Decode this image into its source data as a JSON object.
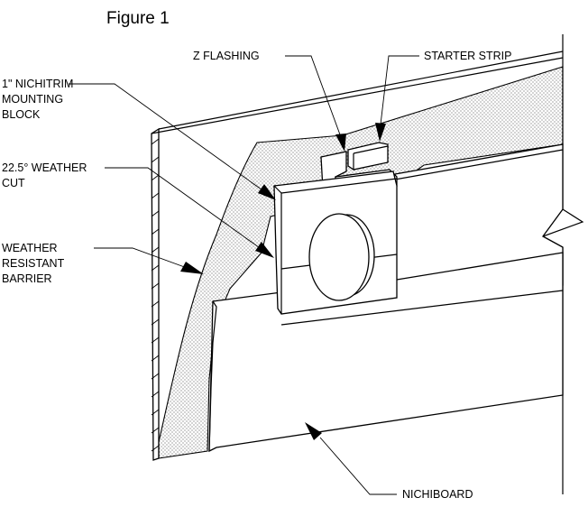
{
  "figure": {
    "title": "Figure 1"
  },
  "labels": {
    "z_flashing": "Z FLASHING",
    "starter_strip": "STARTER STRIP",
    "mounting_block": [
      "1\" NICHITRIM",
      "MOUNTING",
      "BLOCK"
    ],
    "weather_cut": [
      "22.5° WEATHER",
      "CUT"
    ],
    "barrier": [
      "WEATHER",
      "RESISTANT",
      "BARRIER"
    ],
    "nichiboard": "NICHIBOARD"
  }
}
